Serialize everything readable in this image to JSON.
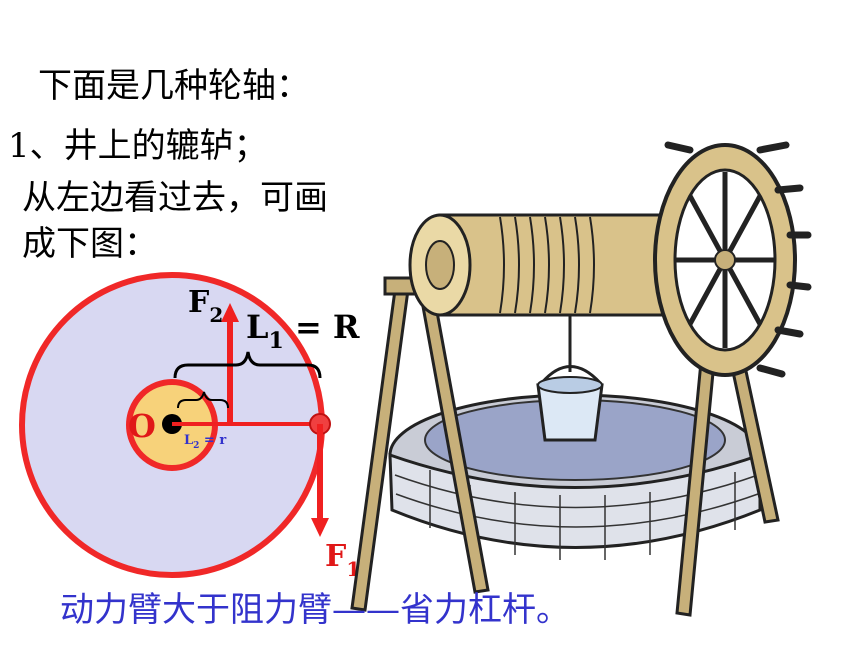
{
  "text": {
    "heading": "下面是几种轮轴：",
    "item1": "1、井上的辘轳；",
    "desc_line1": "从左边看过去，可画",
    "desc_line2": "成下图：",
    "conclusion": "动力臂大于阻力臂——省力杠杆。"
  },
  "diagram": {
    "pivot_label": "O",
    "f2": {
      "base": "F",
      "sub": "2"
    },
    "f1": {
      "base": "F",
      "sub": "1"
    },
    "l1": {
      "base": "L",
      "sub": "1",
      "rest": " = R"
    },
    "l2": {
      "base": "L",
      "sub": "2",
      "rest": " = r"
    }
  },
  "colors": {
    "wheel_fill": "#d8d8f2",
    "wheel_stroke": "#f02828",
    "axle_fill": "#f7d27a",
    "arrow": "#f02020",
    "label_red": "#e01818",
    "label_blue": "#3333cc",
    "text": "#000000"
  }
}
